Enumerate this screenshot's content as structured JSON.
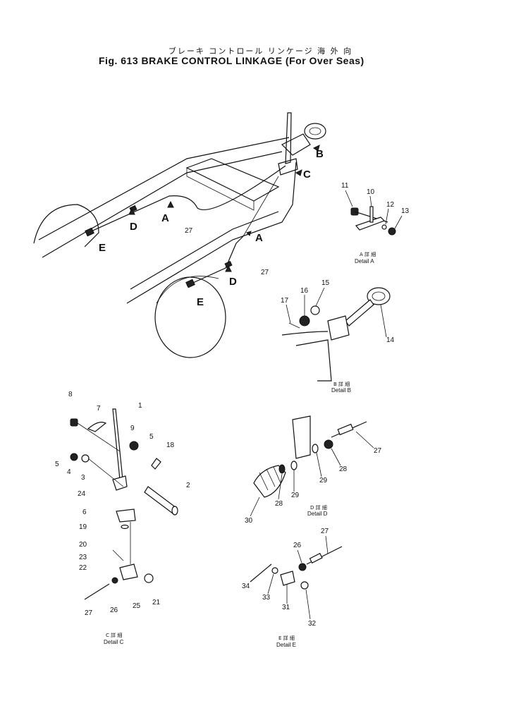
{
  "title": {
    "japanese": "ブレーキ コントロール リンケージ  海 外 向",
    "english": "Fig. 613  BRAKE CONTROL LINKAGE  (For Over Seas)"
  },
  "main_view_labels": {
    "B": "B",
    "C": "C",
    "A_top": "A",
    "A_right": "A",
    "D_left": "D",
    "D_right": "D",
    "E_left": "E",
    "E_right": "E",
    "n27_top": "27",
    "n27_right": "27"
  },
  "detail_a": {
    "parts": {
      "p11": "11",
      "p10": "10",
      "p12": "12",
      "p13": "13"
    },
    "caption_jp": "A 詳 細",
    "caption_en": "Detail  A"
  },
  "detail_b": {
    "parts": {
      "p17": "17",
      "p16": "16",
      "p15": "15",
      "p14": "14"
    },
    "caption_jp": "B 詳 細",
    "caption_en": "Detail  B"
  },
  "detail_c": {
    "parts": {
      "p8": "8",
      "p7": "7",
      "p1": "1",
      "p9": "9",
      "p5a": "5",
      "p5b": "5",
      "p18": "18",
      "p4": "4",
      "p3": "3",
      "p2": "2",
      "p24": "24",
      "p6": "6",
      "p19": "19",
      "p20": "20",
      "p23": "23",
      "p22": "22",
      "p21": "21",
      "p27": "27",
      "p26": "26",
      "p25": "25"
    },
    "caption_jp": "C 詳 細",
    "caption_en": "Detail  C"
  },
  "detail_d": {
    "parts": {
      "p27": "27",
      "p28a": "28",
      "p29a": "29",
      "p30": "30",
      "p28b": "28",
      "p29b": "29"
    },
    "caption_jp": "D 詳 細",
    "caption_en": "Detail  D"
  },
  "detail_e": {
    "parts": {
      "p27": "27",
      "p26": "26",
      "p34": "34",
      "p33": "33",
      "p31": "31",
      "p32": "32"
    },
    "caption_jp": "E 詳 細",
    "caption_en": "Detail  E"
  }
}
